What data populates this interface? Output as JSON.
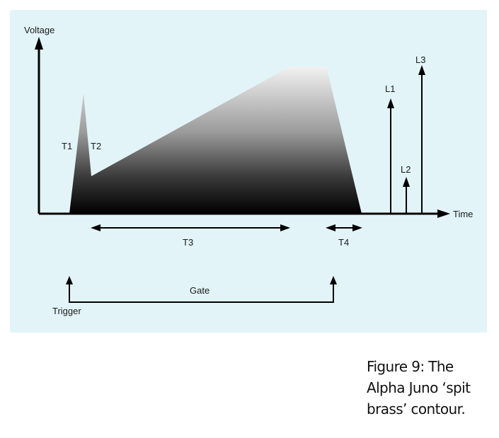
{
  "diagram": {
    "background_color": "#e2f4f8",
    "labels": {
      "y_axis": "Voltage",
      "x_axis": "Time",
      "t1": "T1",
      "t2": "T2",
      "t3": "T3",
      "t4": "T4",
      "l1": "L1",
      "l2": "L2",
      "l3": "L3",
      "gate": "Gate",
      "trigger": "Trigger"
    }
  },
  "caption": {
    "lines": [
      "Figure 9: The",
      "Alpha Juno ‘spit",
      "brass’ contour."
    ]
  }
}
